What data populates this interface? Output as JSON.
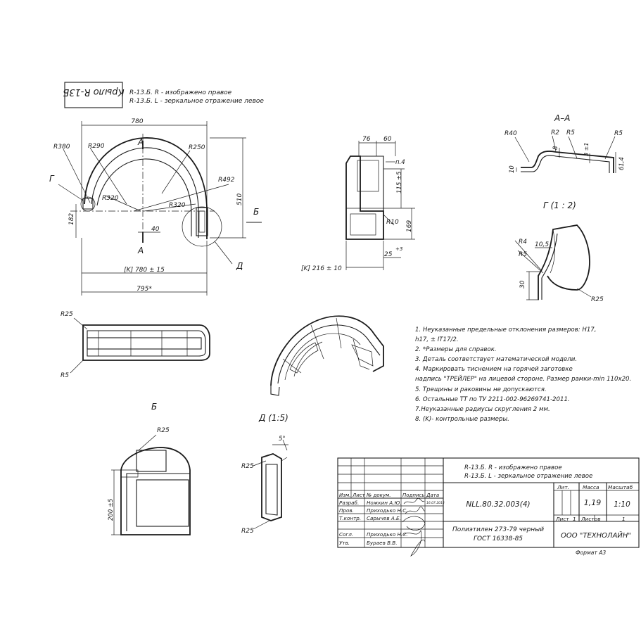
{
  "stamp_title": "Крыло R-13Б",
  "header_notes": [
    "R-13.Б. R - изображено правое",
    "R-13.Б. L - зеркальное отражение левое"
  ],
  "main_view": {
    "dims": {
      "width_top": "780",
      "r380": "R380",
      "r290": "R290",
      "r250": "R250",
      "r492": "R492",
      "r320a": "R320",
      "r320b": "R320",
      "height": "510",
      "h182": "182",
      "d40": "40",
      "k780": "[K] 780 ± 15",
      "d795": "795*"
    },
    "labels": {
      "g": "Г",
      "a_top": "A",
      "a_bottom": "A",
      "b": "Б",
      "d": "Д"
    }
  },
  "side_view": {
    "dims": {
      "d76": "76",
      "d60": "60",
      "n4": "п.4",
      "d115": "115 ±5",
      "r10": "R10",
      "d169": "169",
      "d25": "25",
      "d25tol": "+3",
      "k216": "[K] 216 ± 10"
    }
  },
  "section_aa": {
    "title": "A–A",
    "dims": {
      "r40": "R40",
      "r2": "R2",
      "r5a": "R5",
      "r5b": "R5",
      "d8": "8",
      "d3": "3 ±1",
      "d10": "10",
      "d61": "61,4"
    }
  },
  "detail_g": {
    "title": "Г  (1 : 2)",
    "dims": {
      "r4": "R4",
      "r5": "R5",
      "d105": "10,5",
      "d30": "30",
      "r25": "R25"
    }
  },
  "top_view": {
    "dims": {
      "r25": "R25",
      "r5": "R5"
    }
  },
  "iso_label": "",
  "view_b": {
    "title": "Б",
    "dims": {
      "r25": "R25",
      "d200": "200 ±5"
    }
  },
  "view_d": {
    "title": "Д (1:5)",
    "dims": {
      "d5": "5°",
      "r25a": "R25",
      "r25b": "R25"
    }
  },
  "notes": [
    "1.  Неуказанные предельные отклонения размеров: H17,",
    "h17, ± IT17/2.",
    "2. *Размеры для справок.",
    "3. Деталь соответствует математической модели.",
    "4. Маркировать тиснением на горячей заготовке",
    "надпись \"ТРЕЙЛЕР\" на лицевой стороне. Размер рамки-min 110x20.",
    "5. Трещины и раковины не допускаются.",
    "6. Остальные ТТ по ТУ 2211-002-96269741-2011.",
    "7.Неуказанные радиусы скругления 2 мм.",
    "8. (K)- контрольные размеры."
  ],
  "title_block": {
    "notes": [
      "R-13.Б. R - изображено правое",
      "R-13.Б. L - зеркальное отражение левое"
    ],
    "doc_number": "NLL.80.32.003(4)",
    "col_headers": [
      "Изм.",
      "Лист",
      "№ докум.",
      "Подпись",
      "Дата"
    ],
    "roles": [
      {
        "role": "Разраб.",
        "name": "Ножкин А.Ю."
      },
      {
        "role": "Пров.",
        "name": "Приходько Н.С."
      },
      {
        "role": "Т.контр.",
        "name": "Сарычев А.Е."
      },
      {
        "role": "",
        "name": ""
      },
      {
        "role": "Согл.",
        "name": "Приходько Н.С."
      },
      {
        "role": "Утв.",
        "name": "Бураев В.В."
      }
    ],
    "date": "16.07.2015",
    "lit_label": "Лит.",
    "mass_label": "Масса",
    "scale_label": "Масштаб",
    "mass": "1,19",
    "scale": "1:10",
    "sheet_label": "Лист",
    "sheet_num": "1",
    "sheets_label": "Листов",
    "sheets_num": "1",
    "material_1": "Полиэтилен 273-79 черный",
    "material_2": "ГОСТ 16338-85",
    "company": "ООО \"ТЕХНОЛАЙН\"",
    "format": "Формат   А3"
  }
}
